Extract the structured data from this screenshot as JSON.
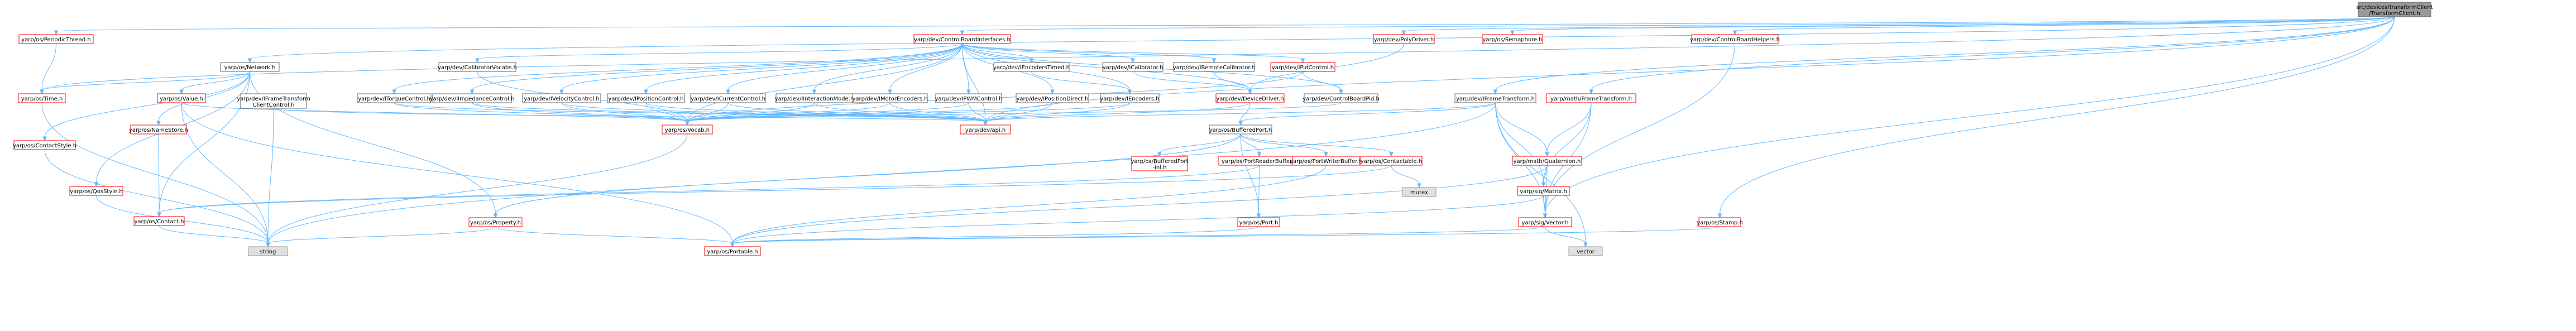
{
  "nodes": [
    {
      "id": "root",
      "lines": [
        "src/devices/transformClient",
        "/TransformClient.h"
      ],
      "style": "root"
    },
    {
      "id": "periodic",
      "lines": [
        "yarp/os/PeriodicThread.h"
      ],
      "style": "red"
    },
    {
      "id": "network",
      "lines": [
        "yarp/os/Network.h"
      ],
      "style": "black"
    },
    {
      "id": "cbi",
      "lines": [
        "yarp/dev/ControlBoardInterfaces.h"
      ],
      "style": "red"
    },
    {
      "id": "polydriver",
      "lines": [
        "yarp/dev/PolyDriver.h"
      ],
      "style": "red"
    },
    {
      "id": "semaphore",
      "lines": [
        "yarp/os/Semaphore.h"
      ],
      "style": "red"
    },
    {
      "id": "cbhelpers",
      "lines": [
        "yarp/dev/ControlBoardHelpers.h"
      ],
      "style": "red"
    },
    {
      "id": "time",
      "lines": [
        "yarp/os/Time.h"
      ],
      "style": "red"
    },
    {
      "id": "calvocabs",
      "lines": [
        "yarp/dev/CalibratorVocabs.h"
      ],
      "style": "black"
    },
    {
      "id": "iencoderstimed",
      "lines": [
        "yarp/dev/IEncodersTimed.h"
      ],
      "style": "black"
    },
    {
      "id": "icalibrator",
      "lines": [
        "yarp/dev/ICalibrator.h"
      ],
      "style": "black"
    },
    {
      "id": "iremotecal",
      "lines": [
        "yarp/dev/IRemoteCalibrator.h"
      ],
      "style": "black"
    },
    {
      "id": "ipidcontrol",
      "lines": [
        "yarp/dev/IPidControl.h"
      ],
      "style": "red"
    },
    {
      "id": "iframetransform",
      "lines": [
        "yarp/dev/IFrameTransform.h"
      ],
      "style": "black"
    },
    {
      "id": "mathframe",
      "lines": [
        "yarp/math/FrameTransform.h"
      ],
      "style": "red"
    },
    {
      "id": "value",
      "lines": [
        "yarp/os/Value.h"
      ],
      "style": "red"
    },
    {
      "id": "iftclientctrl",
      "lines": [
        "yarp/dev/IFrameTransform",
        "ClientControl.h"
      ],
      "style": "black"
    },
    {
      "id": "itorque",
      "lines": [
        "yarp/dev/ITorqueControl.h"
      ],
      "style": "black"
    },
    {
      "id": "iimpedance",
      "lines": [
        "yarp/dev/IImpedanceControl.h"
      ],
      "style": "black"
    },
    {
      "id": "ivelocity",
      "lines": [
        "yarp/dev/IVelocityControl.h"
      ],
      "style": "black"
    },
    {
      "id": "iposition",
      "lines": [
        "yarp/dev/IPositionControl.h"
      ],
      "style": "black"
    },
    {
      "id": "icurrent",
      "lines": [
        "yarp/dev/ICurrentControl.h"
      ],
      "style": "black"
    },
    {
      "id": "iinteraction",
      "lines": [
        "yarp/dev/IInteractionMode.h"
      ],
      "style": "black"
    },
    {
      "id": "imotorenc",
      "lines": [
        "yarp/dev/IMotorEncoders.h"
      ],
      "style": "black"
    },
    {
      "id": "ipwm",
      "lines": [
        "yarp/dev/IPWMControl.h"
      ],
      "style": "black"
    },
    {
      "id": "iposdirect",
      "lines": [
        "yarp/dev/IPositionDirect.h"
      ],
      "style": "black"
    },
    {
      "id": "iencoders",
      "lines": [
        "yarp/dev/IEncoders.h"
      ],
      "style": "black"
    },
    {
      "id": "devicedriver",
      "lines": [
        "yarp/dev/DeviceDriver.h"
      ],
      "style": "red"
    },
    {
      "id": "cbpid",
      "lines": [
        "yarp/dev/ControlBoardPid.h"
      ],
      "style": "black"
    },
    {
      "id": "contactstyle",
      "lines": [
        "yarp/os/ContactStyle.h"
      ],
      "style": "red"
    },
    {
      "id": "namestore",
      "lines": [
        "yarp/os/NameStore.h"
      ],
      "style": "red"
    },
    {
      "id": "vocab",
      "lines": [
        "yarp/os/Vocab.h"
      ],
      "style": "red"
    },
    {
      "id": "devapi",
      "lines": [
        "yarp/dev/api.h"
      ],
      "style": "red"
    },
    {
      "id": "bufferedport",
      "lines": [
        "yarp/os/BufferedPort.h"
      ],
      "style": "black"
    },
    {
      "id": "quaternion",
      "lines": [
        "yarp/math/Quaternion.h"
      ],
      "style": "red"
    },
    {
      "id": "qosstyle",
      "lines": [
        "yarp/os/QosStyle.h"
      ],
      "style": "red"
    },
    {
      "id": "bufferedportinl",
      "lines": [
        "yarp/os/BufferedPort",
        "-inl.h"
      ],
      "style": "red"
    },
    {
      "id": "portreaderbuffer",
      "lines": [
        "yarp/os/PortReaderBuffer.h"
      ],
      "style": "red"
    },
    {
      "id": "portwriterbuffer",
      "lines": [
        "yarp/os/PortWriterBuffer.h"
      ],
      "style": "red"
    },
    {
      "id": "contactable",
      "lines": [
        "yarp/os/Contactable.h"
      ],
      "style": "red"
    },
    {
      "id": "matrix",
      "lines": [
        "yarp/sig/Matrix.h"
      ],
      "style": "red"
    },
    {
      "id": "contact",
      "lines": [
        "yarp/os/Contact.h"
      ],
      "style": "red"
    },
    {
      "id": "property",
      "lines": [
        "yarp/os/Property.h"
      ],
      "style": "red"
    },
    {
      "id": "mutex",
      "lines": [
        "mutex"
      ],
      "style": "gray"
    },
    {
      "id": "port",
      "lines": [
        "yarp/os/Port.h"
      ],
      "style": "red"
    },
    {
      "id": "sigvector",
      "lines": [
        "yarp/sig/Vector.h"
      ],
      "style": "red"
    },
    {
      "id": "stamp",
      "lines": [
        "yarp/os/Stamp.h"
      ],
      "style": "red"
    },
    {
      "id": "string",
      "lines": [
        "string"
      ],
      "style": "gray"
    },
    {
      "id": "portable",
      "lines": [
        "yarp/os/Portable.h"
      ],
      "style": "red"
    },
    {
      "id": "vector",
      "lines": [
        "vector"
      ],
      "style": "gray"
    }
  ],
  "edges": [
    [
      "root",
      "periodic"
    ],
    [
      "root",
      "network"
    ],
    [
      "root",
      "cbi"
    ],
    [
      "root",
      "polydriver"
    ],
    [
      "root",
      "semaphore"
    ],
    [
      "root",
      "cbhelpers"
    ],
    [
      "root",
      "time"
    ],
    [
      "root",
      "iframetransform"
    ],
    [
      "root",
      "mathframe"
    ],
    [
      "root",
      "stamp"
    ],
    [
      "root",
      "sigvector"
    ],
    [
      "root",
      "devapi"
    ],
    [
      "periodic",
      "time"
    ],
    [
      "network",
      "time"
    ],
    [
      "network",
      "contactstyle"
    ],
    [
      "network",
      "namestore"
    ],
    [
      "network",
      "qosstyle"
    ],
    [
      "network",
      "contact"
    ],
    [
      "network",
      "value"
    ],
    [
      "network",
      "property"
    ],
    [
      "cbi",
      "calvocabs"
    ],
    [
      "cbi",
      "iencoderstimed"
    ],
    [
      "cbi",
      "icalibrator"
    ],
    [
      "cbi",
      "iremotecal"
    ],
    [
      "cbi",
      "ipidcontrol"
    ],
    [
      "cbi",
      "itorque"
    ],
    [
      "cbi",
      "iimpedance"
    ],
    [
      "cbi",
      "ivelocity"
    ],
    [
      "cbi",
      "iposition"
    ],
    [
      "cbi",
      "icurrent"
    ],
    [
      "cbi",
      "iinteraction"
    ],
    [
      "cbi",
      "imotorenc"
    ],
    [
      "cbi",
      "ipwm"
    ],
    [
      "cbi",
      "iposdirect"
    ],
    [
      "cbi",
      "iencoders"
    ],
    [
      "cbi",
      "cbpid"
    ],
    [
      "cbi",
      "devicedriver"
    ],
    [
      "cbi",
      "vocab"
    ],
    [
      "cbi",
      "devapi"
    ],
    [
      "polydriver",
      "devicedriver"
    ],
    [
      "cbhelpers",
      "sigvector"
    ],
    [
      "time",
      "string"
    ],
    [
      "calvocabs",
      "vocab"
    ],
    [
      "iencoderstimed",
      "iencoders"
    ],
    [
      "icalibrator",
      "devicedriver"
    ],
    [
      "iremotecal",
      "devicedriver"
    ],
    [
      "ipidcontrol",
      "cbpid"
    ],
    [
      "ipidcontrol",
      "vocab"
    ],
    [
      "iframetransform",
      "bufferedport"
    ],
    [
      "iframetransform",
      "quaternion"
    ],
    [
      "iframetransform",
      "matrix"
    ],
    [
      "iframetransform",
      "sigvector"
    ],
    [
      "iframetransform",
      "devapi"
    ],
    [
      "iframetransform",
      "string"
    ],
    [
      "iframetransform",
      "vector"
    ],
    [
      "mathframe",
      "quaternion"
    ],
    [
      "mathframe",
      "matrix"
    ],
    [
      "mathframe",
      "sigvector"
    ],
    [
      "value",
      "string"
    ],
    [
      "value",
      "portable"
    ],
    [
      "value",
      "vocab"
    ],
    [
      "iftclientctrl",
      "string"
    ],
    [
      "iftclientctrl",
      "devapi"
    ],
    [
      "itorque",
      "vocab"
    ],
    [
      "itorque",
      "devapi"
    ],
    [
      "iimpedance",
      "vocab"
    ],
    [
      "iimpedance",
      "devapi"
    ],
    [
      "ivelocity",
      "vocab"
    ],
    [
      "ivelocity",
      "devapi"
    ],
    [
      "iposition",
      "vocab"
    ],
    [
      "iposition",
      "devapi"
    ],
    [
      "icurrent",
      "vocab"
    ],
    [
      "icurrent",
      "devapi"
    ],
    [
      "iinteraction",
      "vocab"
    ],
    [
      "iinteraction",
      "devapi"
    ],
    [
      "imotorenc",
      "vocab"
    ],
    [
      "imotorenc",
      "devapi"
    ],
    [
      "ipwm",
      "vocab"
    ],
    [
      "ipwm",
      "devapi"
    ],
    [
      "iposdirect",
      "vocab"
    ],
    [
      "iposdirect",
      "devapi"
    ],
    [
      "iencoders",
      "vocab"
    ],
    [
      "iencoders",
      "devapi"
    ],
    [
      "devicedriver",
      "bufferedport"
    ],
    [
      "devicedriver",
      "devapi"
    ],
    [
      "cbpid",
      "vocab"
    ],
    [
      "contactstyle",
      "string"
    ],
    [
      "namestore",
      "contact"
    ],
    [
      "vocab",
      "string"
    ],
    [
      "bufferedport",
      "bufferedportinl"
    ],
    [
      "bufferedport",
      "portreaderbuffer"
    ],
    [
      "bufferedport",
      "portwriterbuffer"
    ],
    [
      "bufferedport",
      "contactable"
    ],
    [
      "bufferedport",
      "port"
    ],
    [
      "bufferedport",
      "property"
    ],
    [
      "quaternion",
      "matrix"
    ],
    [
      "quaternion",
      "sigvector"
    ],
    [
      "quaternion",
      "portable"
    ],
    [
      "qosstyle",
      "string"
    ],
    [
      "portreaderbuffer",
      "port"
    ],
    [
      "portreaderbuffer",
      "contact"
    ],
    [
      "portwriterbuffer",
      "portable"
    ],
    [
      "contactable",
      "mutex"
    ],
    [
      "contactable",
      "contact"
    ],
    [
      "matrix",
      "sigvector"
    ],
    [
      "matrix",
      "portable"
    ],
    [
      "contact",
      "string"
    ],
    [
      "property",
      "string"
    ],
    [
      "property",
      "portable"
    ],
    [
      "port",
      "portable"
    ],
    [
      "sigvector",
      "portable"
    ],
    [
      "sigvector",
      "vector"
    ],
    [
      "stamp",
      "portable"
    ]
  ]
}
